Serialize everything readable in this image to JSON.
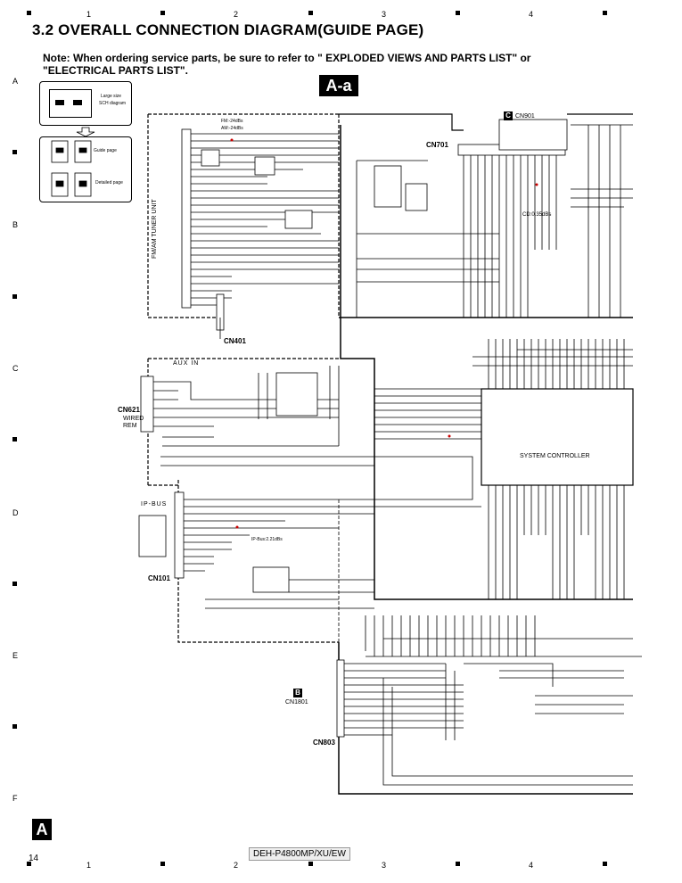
{
  "header": {
    "title": "3.2  OVERALL CONNECTION DIAGRAM(GUIDE PAGE)",
    "note_line1": "Note: When ordering service parts, be sure to refer to \" EXPLODED VIEWS AND PARTS LIST\" or",
    "note_line2": "\"ELECTRICAL PARTS LIST\"."
  },
  "columns": [
    "1",
    "2",
    "3",
    "4"
  ],
  "rows": [
    "A",
    "B",
    "C",
    "D",
    "E",
    "F"
  ],
  "guide": {
    "large_size": "Large size",
    "sch_diagram": "SCH diagram",
    "guide_page": "Guide page",
    "detailed_page": "Detailed page"
  },
  "section_badge": "A-a",
  "page_badge": "A",
  "page_number": "14",
  "model": "DEH-P4800MP/XU/EW",
  "diagram": {
    "cn901_letter": "C",
    "cn901": "CN901",
    "cn701": "CN701",
    "cn401": "CN401",
    "cn621": "CN621",
    "cn101": "CN101",
    "cn803": "CN803",
    "cn1801_letter": "B",
    "cn1801": "CN1801",
    "tuner_unit": "FM/AM TUNER UNIT",
    "aux_in": "AUX  IN",
    "wired_rem": "WIRED\nREM",
    "ip_bus": "IP-BUS",
    "system_controller": "SYSTEM CONTROLLER",
    "fm_level": "FM:-24dBs",
    "am_level": "AM:-24dBs",
    "cd_level": "CD:0.35dBs",
    "ipbus_level": "IP-Bus:2.21dBs"
  }
}
